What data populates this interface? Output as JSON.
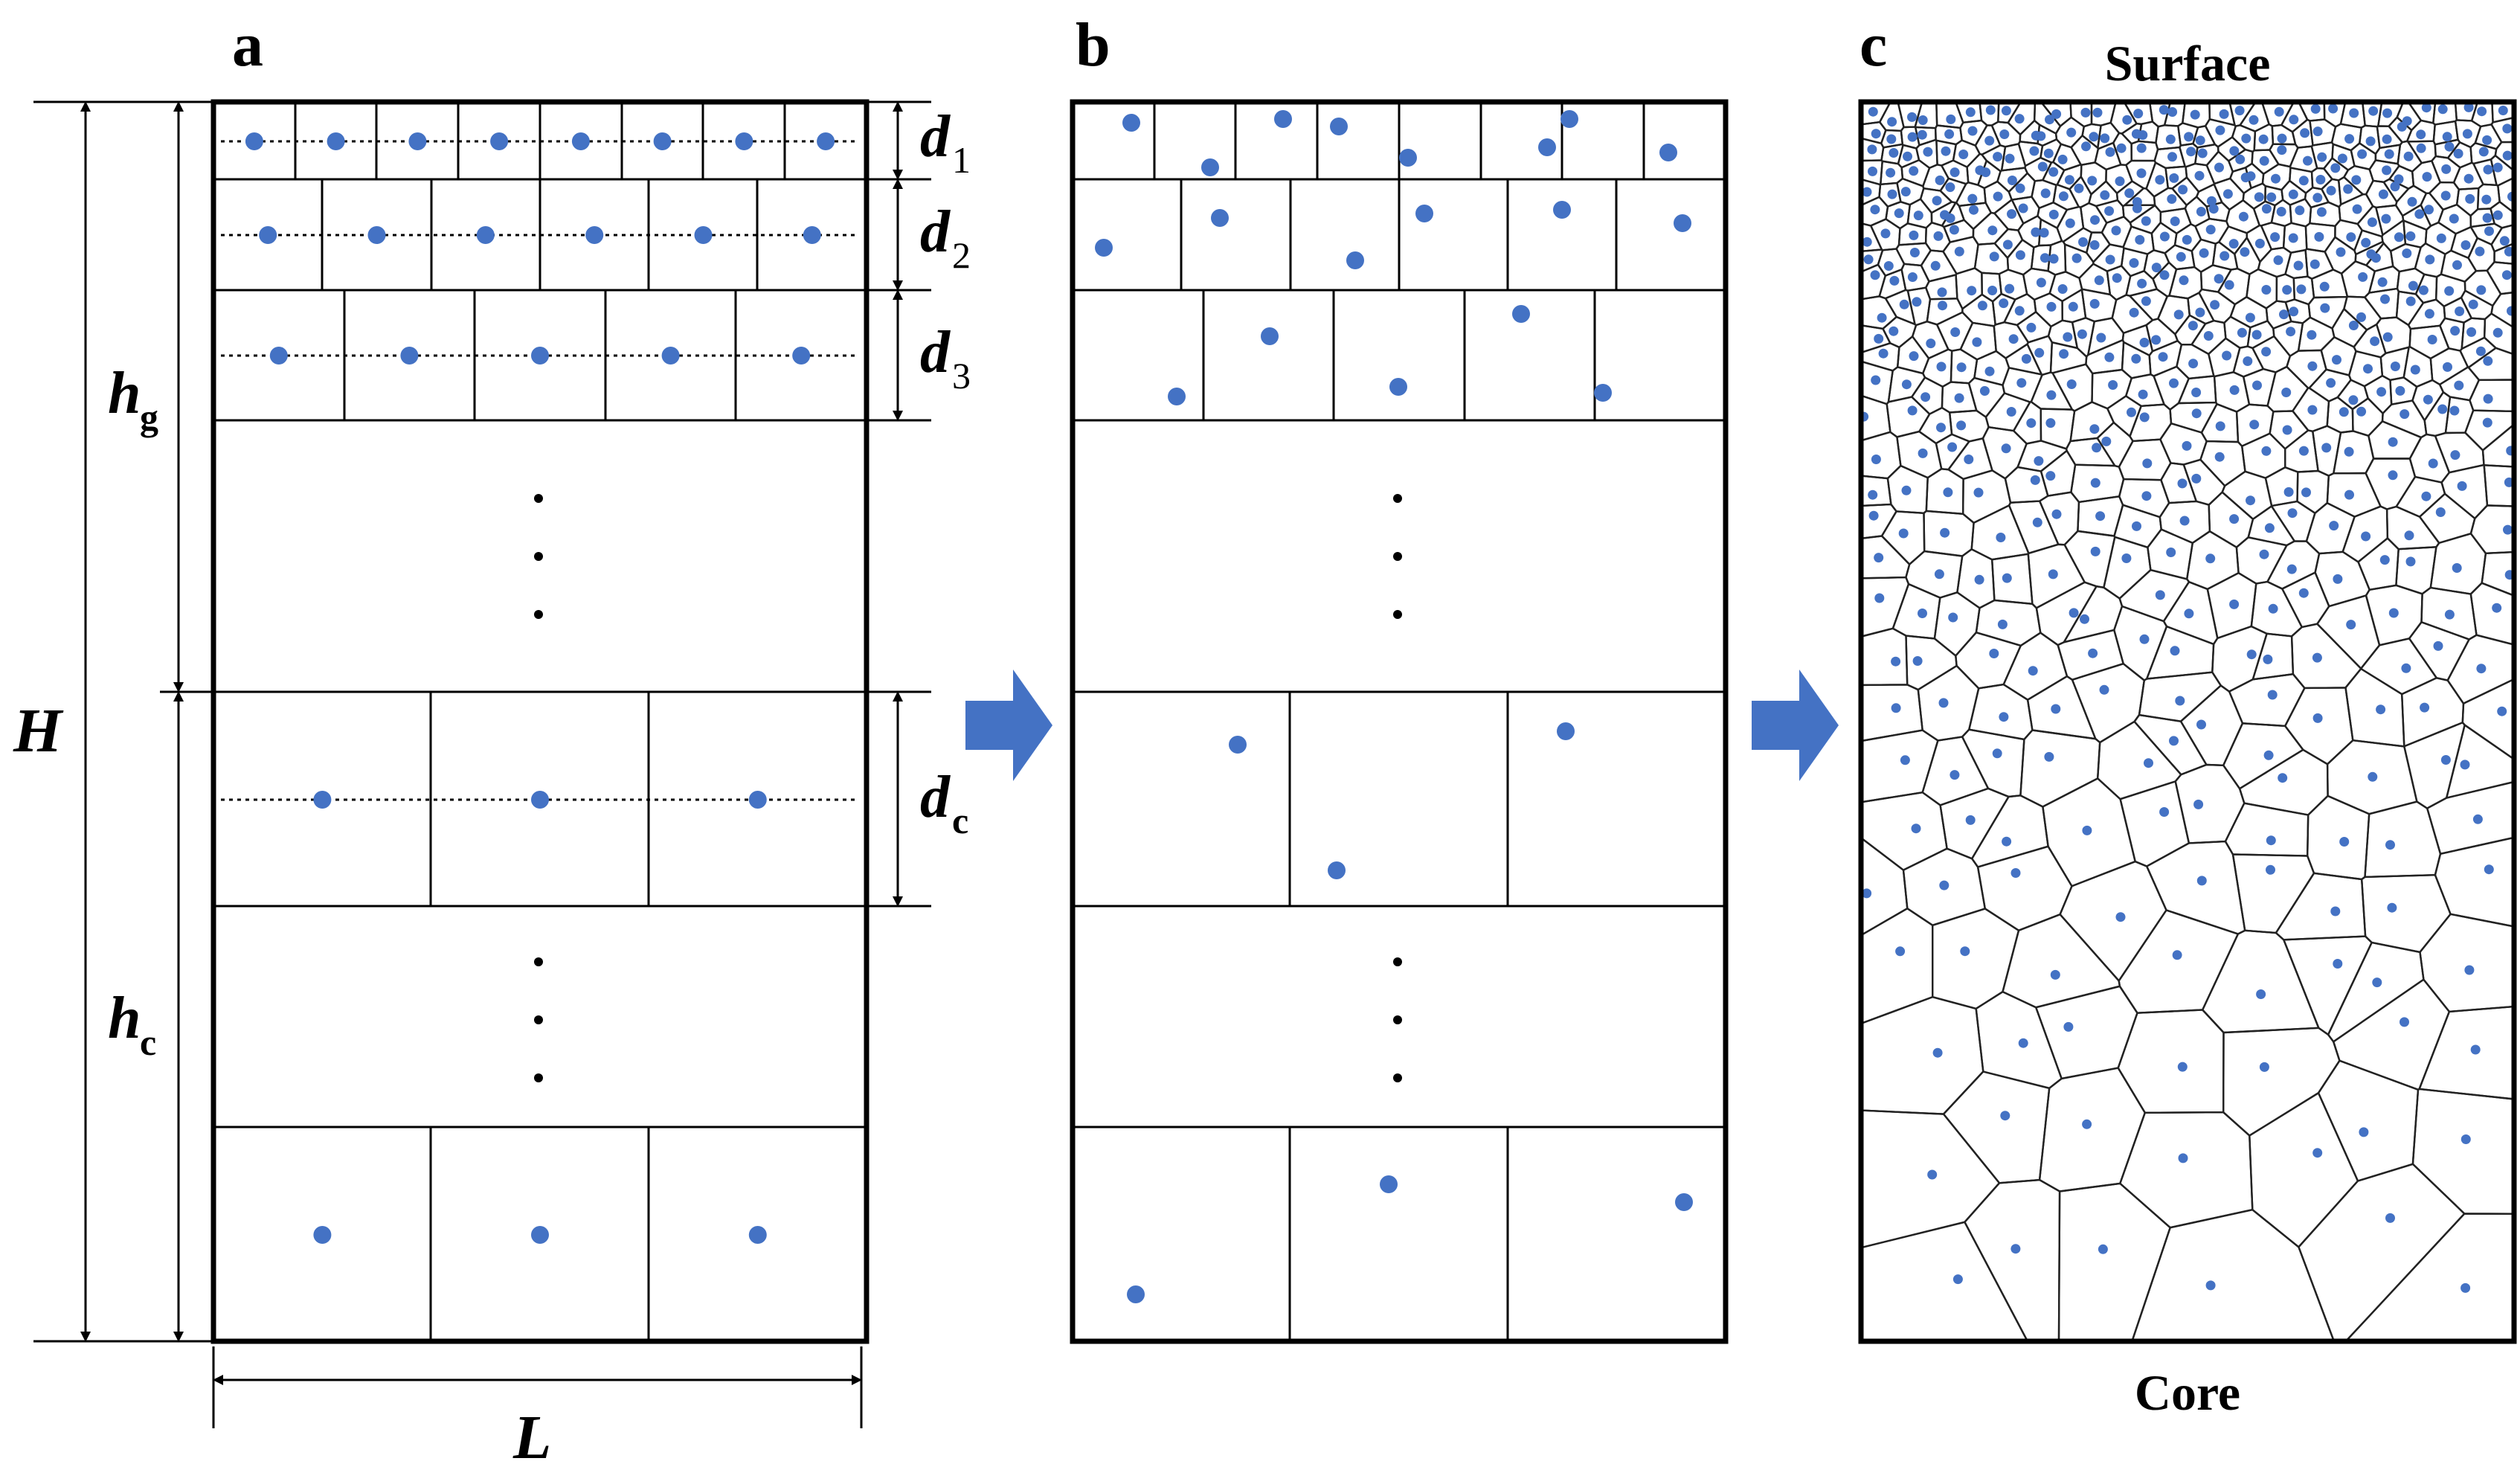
{
  "panels": {
    "a": {
      "label": "a"
    },
    "b": {
      "label": "b"
    },
    "c": {
      "label": "c",
      "top_label": "Surface",
      "bottom_label": "Core"
    }
  },
  "dimensions": {
    "H": "H",
    "L": "L",
    "hg": {
      "main": "h",
      "sub": "g"
    },
    "hc": {
      "main": "h",
      "sub": "c"
    },
    "d1": {
      "main": "d",
      "sub": "1"
    },
    "d2": {
      "main": "d",
      "sub": "2"
    },
    "d3": {
      "main": "d",
      "sub": "3"
    },
    "dc": {
      "main": "d",
      "sub": "c"
    }
  },
  "colors": {
    "seed": "#4472C4",
    "arrow": "#4472C4",
    "line": "#000000"
  },
  "structure": {
    "top_layer_cells": [
      8,
      6,
      5
    ],
    "core_layer_cells": 3,
    "voronoi_description": "grain size increases from surface to core"
  }
}
